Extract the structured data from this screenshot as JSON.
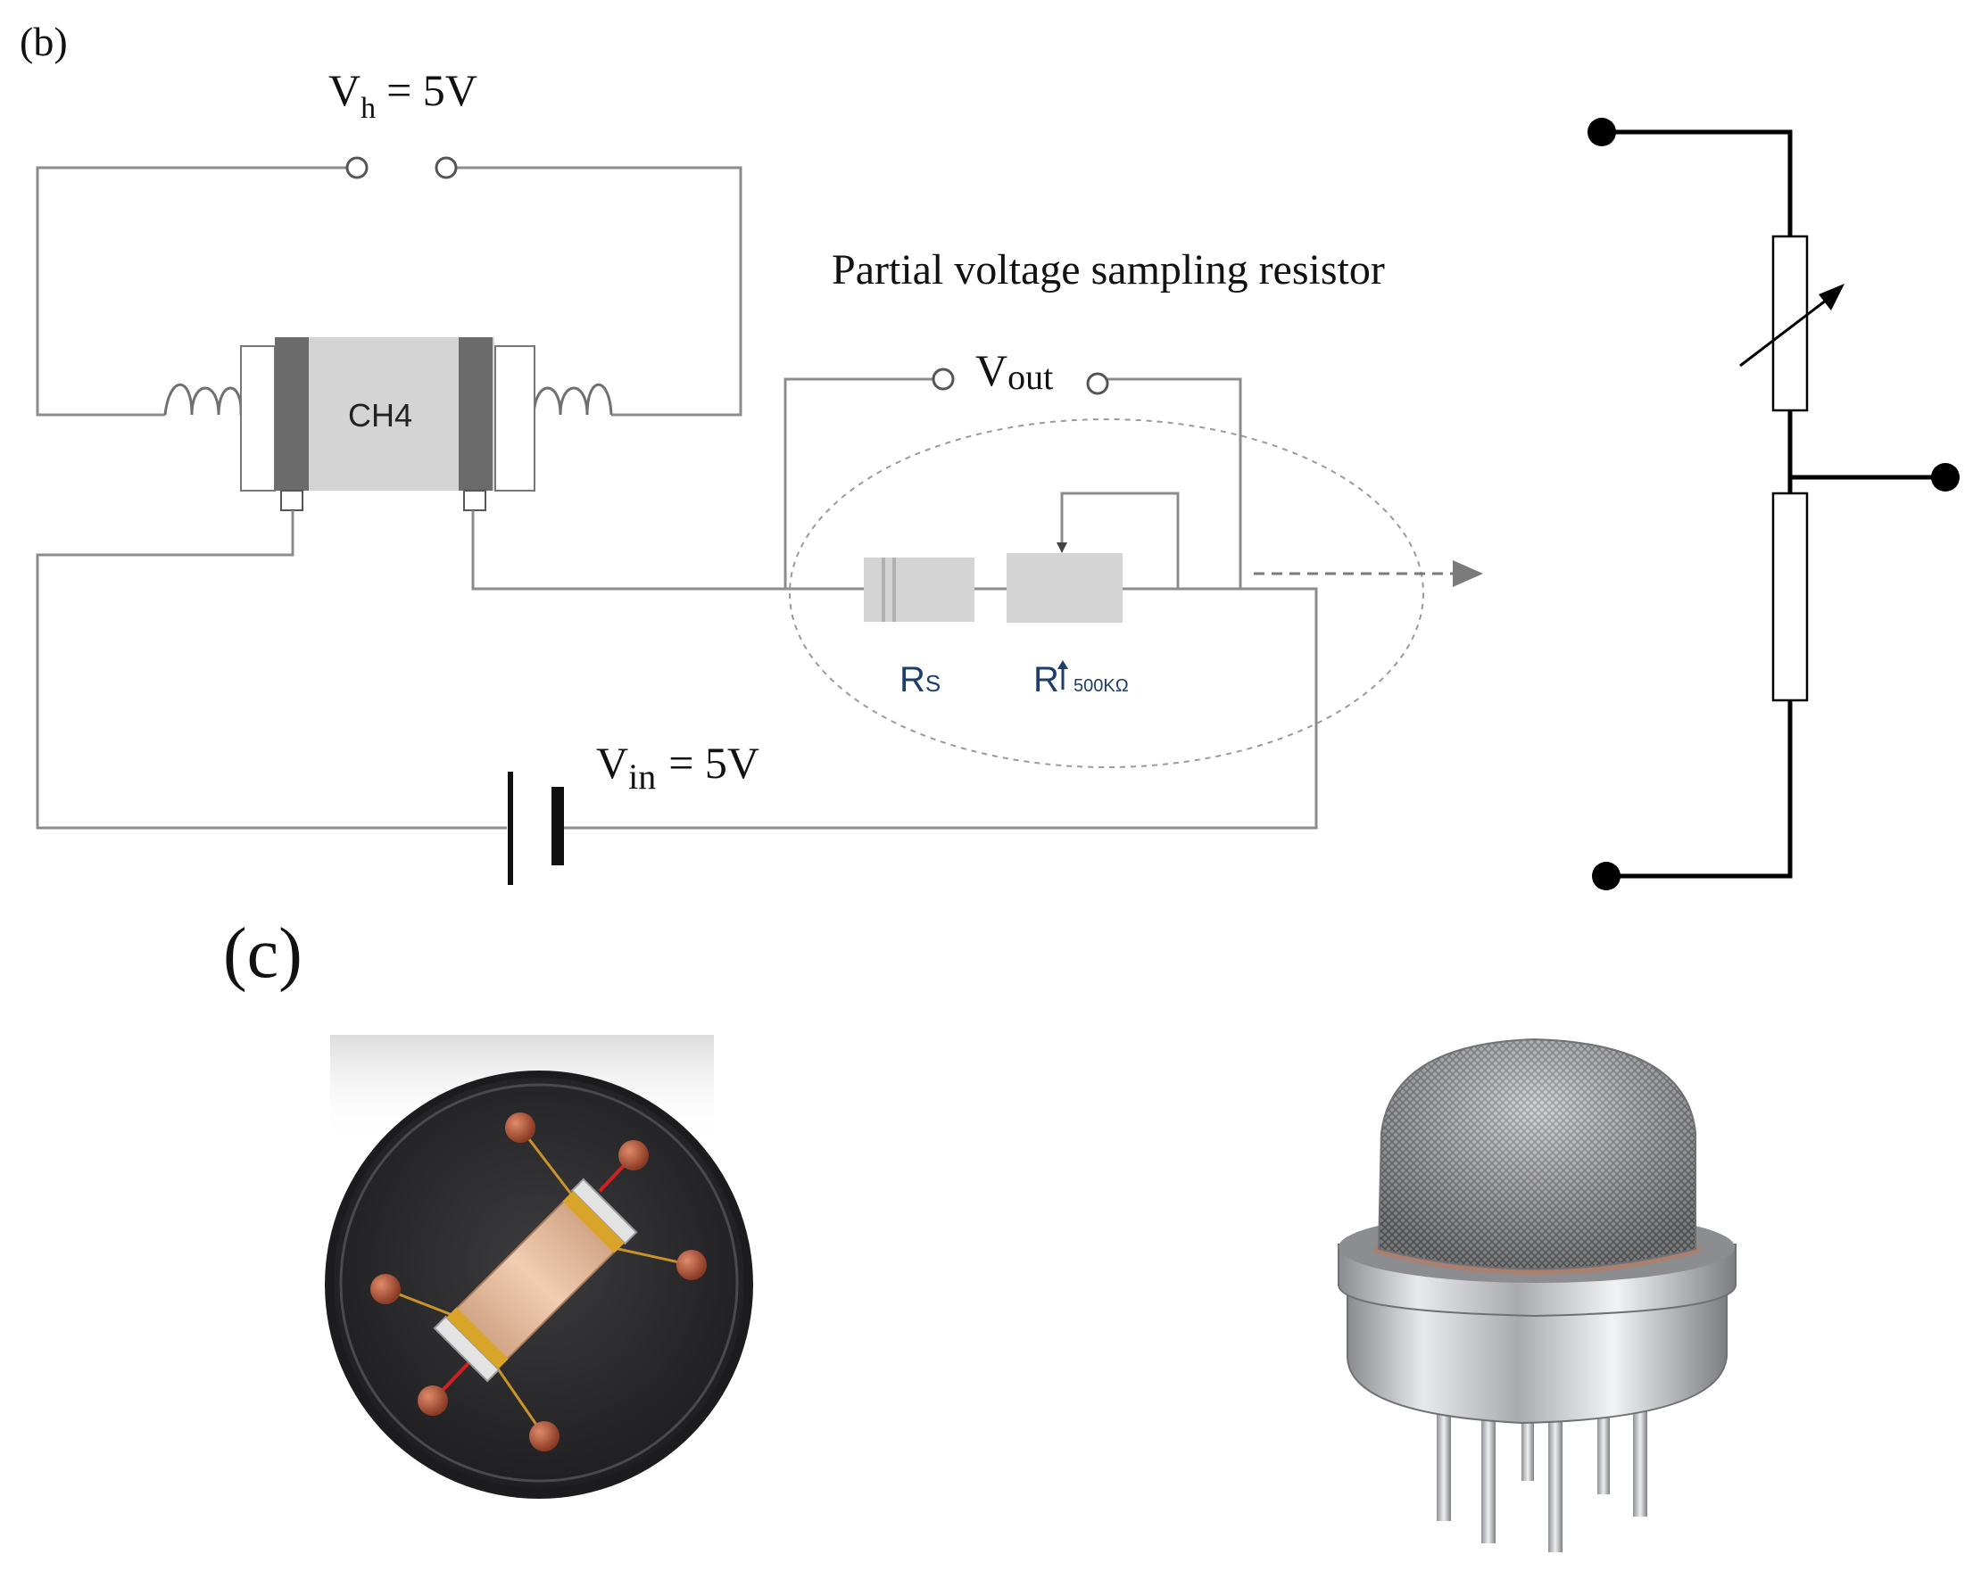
{
  "panel_b": {
    "label": "(b)",
    "heater_voltage": {
      "symbol": "V",
      "subscript": "h",
      "value": "= 5V"
    },
    "sensor_element": "CH4",
    "output_voltage": {
      "symbol": "V",
      "subscript": "out"
    },
    "sampling_resistor_caption": "Partial voltage sampling resistor",
    "sensor_resistor": {
      "symbol": "R",
      "subscript": "S"
    },
    "load_resistor": {
      "symbol": "R",
      "subscript": "500KΩ"
    },
    "input_voltage": {
      "symbol": "V",
      "subscript": "in",
      "value": "= 5V"
    }
  },
  "panel_c": {
    "label": "(c)"
  },
  "colors": {
    "wire": "#8c8c8c",
    "component_fill": "#d4d4d4",
    "electrode": "#6b6b6b",
    "schematic_line": "#000000",
    "sensor_base": "#2f2f31",
    "copper_pin": "#b0553a",
    "ceramic_tube": "#e4b99a",
    "gold_band": "#d9a42a",
    "heater_wire": "#d22020",
    "steel": "#c8c9cc"
  },
  "icons": [
    "inductor-coil-icon",
    "battery-icon",
    "variable-resistor-icon",
    "arrow-right-icon"
  ]
}
